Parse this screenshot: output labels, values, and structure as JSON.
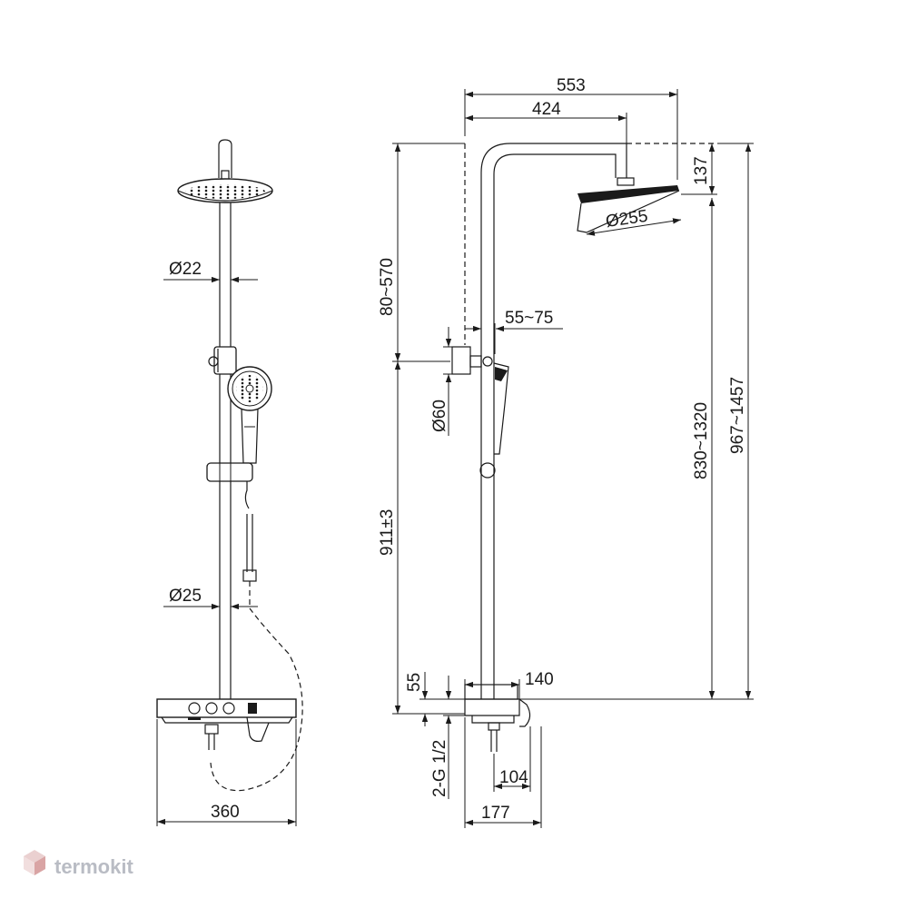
{
  "colors": {
    "line": "#1a1a1a",
    "watermark": "#b9bcc4",
    "watermark_cube": "#e8c3c3"
  },
  "front_view": {
    "rail_diameter": "Ø22",
    "pipe_diameter": "Ø25",
    "width": "360"
  },
  "side_view": {
    "overall_reach": "553",
    "head_reach": "424",
    "head_height": "137",
    "head_diameter": "Ø255",
    "rail_adjust": "80~570",
    "wall_offset": "55~75",
    "bracket_diameter": "Ø60",
    "column_height": "911±3",
    "head_height_range": "830~1320",
    "total_height": "967~1457",
    "shelf_height": "55",
    "shelf_depth": "140",
    "inlet_thread": "2-G 1/2",
    "inlet_depth": "104",
    "total_depth": "177"
  },
  "watermark": {
    "text": "termokit",
    "icon": "cube-logo-icon"
  }
}
